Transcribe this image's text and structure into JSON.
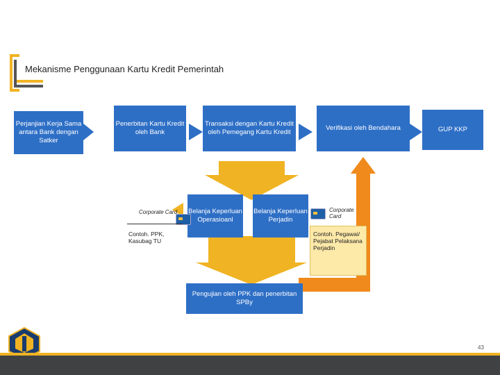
{
  "title": "Mekanisme Penggunaan Kartu Kredit Pemerintah",
  "steps": [
    {
      "label": "Perjanjian Kerja Sama antara Bank dengan Satker"
    },
    {
      "label": "Penerbitan Kartu Kredit oleh Bank"
    },
    {
      "label": "Transaksi dengan Kartu Kredit oleh Pemegang Kartu Kredit"
    },
    {
      "label": "Verifikasi oleh Bendahara"
    },
    {
      "label": "GUP KKP"
    }
  ],
  "belanja_operasional": "Belanja Keperluan Operasioanl",
  "belanja_perjadin": "Belanja Keperluan Perjadin",
  "left_card_label": "Corporate Card",
  "left_note": "Contoh. PPK, Kasubag TU",
  "right_card_label": "Corporate Card",
  "right_note": "Contoh. Pegawai/ Pejabat Pelaksana Perjadin",
  "pengujian": "Pengujian oleh PPK dan penerbitan SPBy",
  "page_number": "43",
  "colors": {
    "primary": "#2e6fc6",
    "accent": "#f0b323",
    "orange": "#f08a1c",
    "note_bg": "#fde9a8"
  }
}
